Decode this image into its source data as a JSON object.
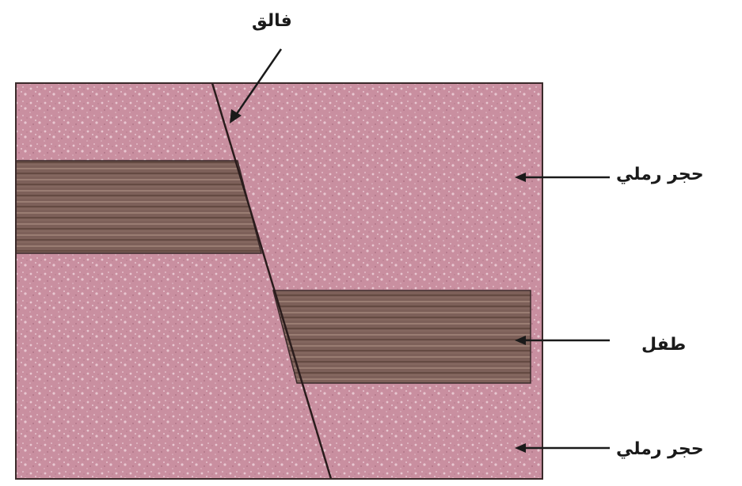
{
  "labels": {
    "fault": "فالق",
    "sandstone_top": "حجر رملي",
    "shale": "طفل",
    "sandstone_bottom": "حجر رملي"
  },
  "colors": {
    "sandstone": "#c98fa0",
    "sandstone_light": "#dcb0bd",
    "shale": "#7a5c55",
    "shale_line": "#5a403a",
    "outline": "#3a2a2a"
  }
}
